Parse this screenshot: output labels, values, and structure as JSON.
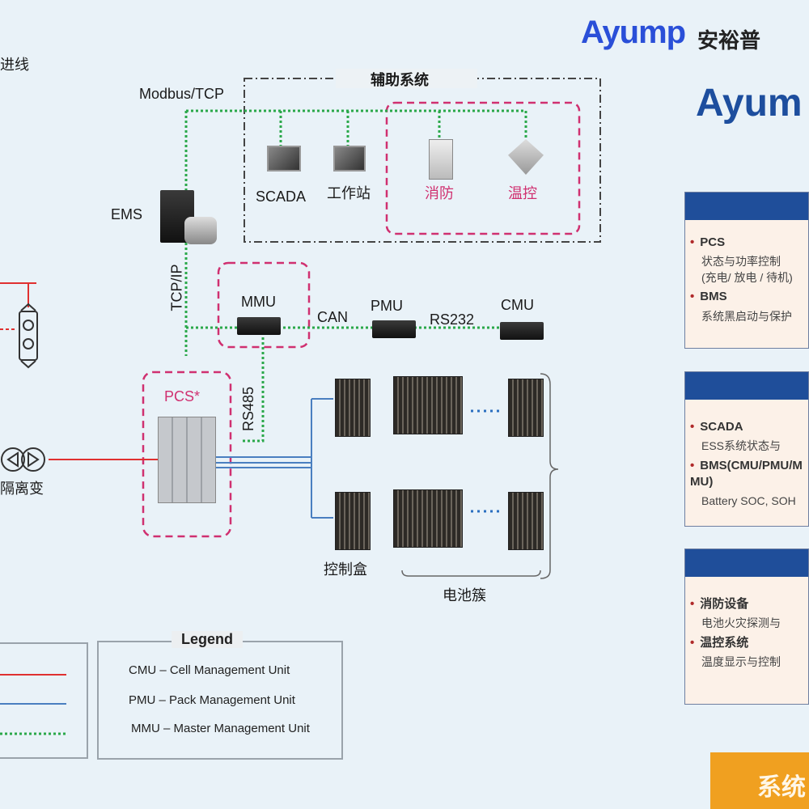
{
  "brand": {
    "logo_text": "Ayump",
    "logo_cn": "安裕普",
    "big_logo": "Ayum",
    "color": "#2a4fd8"
  },
  "diagram": {
    "incoming_line": "进线",
    "isolation_transformer": "隔离变",
    "aux_system": "辅助系统",
    "modbus": "Modbus/TCP",
    "ems": "EMS",
    "scada": "SCADA",
    "workstation": "工作站",
    "fire": "消防",
    "hvac": "温控",
    "tcpip": "TCP/IP",
    "mmu": "MMU",
    "can": "CAN",
    "pmu": "PMU",
    "rs232": "RS232",
    "cmu": "CMU",
    "pcs": "PCS*",
    "rs485": "RS485",
    "control_box": "控制盒",
    "battery_cluster": "电池簇",
    "ellipsis": "······"
  },
  "legend": {
    "title": "Legend",
    "items": [
      "CMU – Cell Management Unit",
      "PMU – Pack Management Unit",
      "MMU – Master Management Unit"
    ],
    "line_colors": {
      "ac": "#e03030",
      "dc": "#4a7fc0",
      "comm": "#2aa84a"
    }
  },
  "panels": [
    {
      "items": [
        {
          "title": "PCS",
          "sub": [
            "状态与功率控制",
            "(充电/ 放电 / 待机)"
          ]
        },
        {
          "title": "BMS",
          "sub": [
            "系统黑启动与保护"
          ]
        }
      ]
    },
    {
      "items": [
        {
          "title": "SCADA",
          "sub": [
            "ESS系统状态与"
          ]
        },
        {
          "title": "BMS(CMU/PMU/MMU)",
          "sub": [
            "Battery SOC, SOH"
          ]
        }
      ]
    },
    {
      "items": [
        {
          "title": "消防设备",
          "sub": [
            "电池火灾探测与"
          ]
        },
        {
          "title": "温控系统",
          "sub": [
            "温度显示与控制"
          ]
        }
      ]
    }
  ],
  "footer_banner": "系统"
}
